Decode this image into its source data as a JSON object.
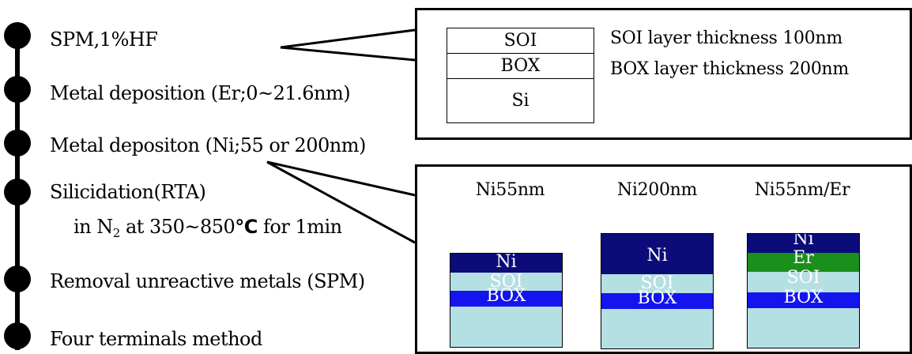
{
  "process_steps": [
    {
      "label": "SPM,1%HF"
    },
    {
      "label": "Metal deposition (Er;0~21.6nm)"
    },
    {
      "label": "Metal depositon (Ni;55 or 200nm)"
    },
    {
      "label": "Silicidation(RTA)"
    },
    {
      "label": "Removal unreactive metals (SPM)"
    },
    {
      "label": "Four terminals method"
    }
  ],
  "rta_condition": {
    "prefix": "in N",
    "subscript": "2",
    "mid": " at 350~850",
    "degree": "°C",
    "suffix": " for 1min"
  },
  "substrate": {
    "layers": [
      "SOI",
      "BOX",
      "Si"
    ],
    "notes": [
      "SOI layer thickness 100nm",
      "BOX layer thickness 200nm"
    ]
  },
  "samples": [
    {
      "title": "Ni55nm",
      "layers": [
        {
          "label": "Ni",
          "color": "#0b0b7a"
        },
        {
          "label": "SOI",
          "color": "#b4dfe3"
        },
        {
          "label": "BOX",
          "color": "#1414ef"
        },
        {
          "label": "",
          "color": "#b4dfe3"
        }
      ]
    },
    {
      "title": "Ni200nm",
      "layers": [
        {
          "label": "Ni",
          "color": "#0b0b7a"
        },
        {
          "label": "SOI",
          "color": "#b4dfe3"
        },
        {
          "label": "BOX",
          "color": "#1414ef"
        },
        {
          "label": "",
          "color": "#b4dfe3"
        }
      ]
    },
    {
      "title": "Ni55nm/Er",
      "layers": [
        {
          "label": "Ni",
          "color": "#0b0b7a"
        },
        {
          "label": "Er",
          "color": "#1b8f1b"
        },
        {
          "label": "SOI",
          "color": "#b4dfe3"
        },
        {
          "label": "BOX",
          "color": "#1414ef"
        },
        {
          "label": "",
          "color": "#b4dfe3"
        }
      ]
    }
  ],
  "colors": {
    "line": "#000000",
    "bullet": "#000000"
  }
}
